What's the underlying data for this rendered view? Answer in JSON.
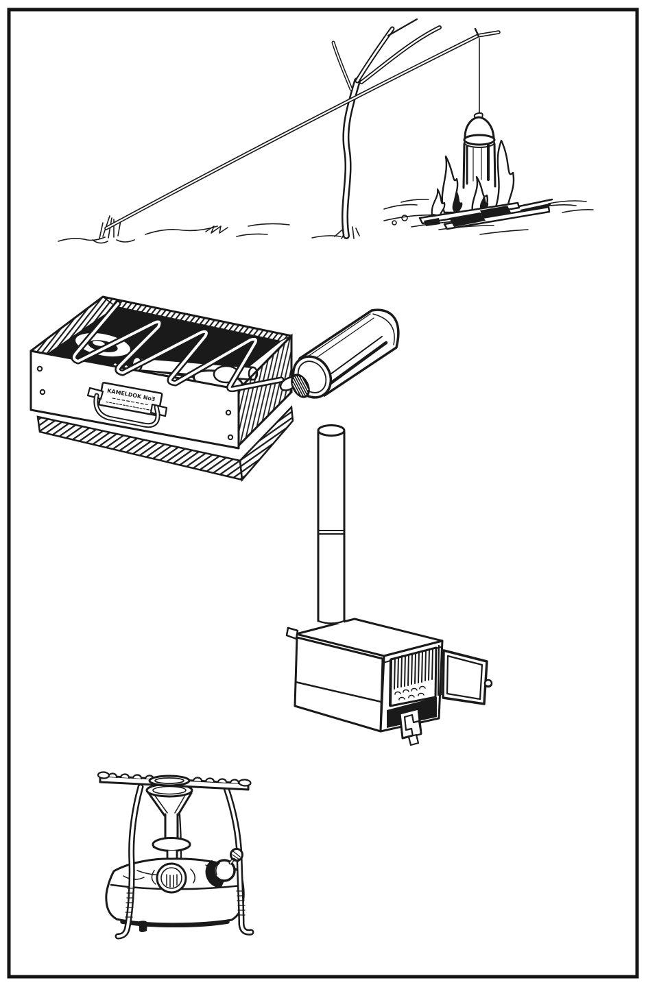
{
  "page": {
    "background_color": "#ffffff",
    "ink_color": "#1a1a1a",
    "border_color": "#141414"
  },
  "illustrations": [
    {
      "id": "campfire-dingle-stick",
      "depicts": "billy can hanging by a cord from a slanted stick propped in a forked sapling over an open campfire"
    },
    {
      "id": "portable-gas-stove",
      "depicts": "box-shaped camp cooker with serpentine grate rod, carry handle and attached gas cylinder with control knob",
      "label_text": "KAMELDOK No3"
    },
    {
      "id": "wood-burning-stove",
      "depicts": "sheet-metal camp stove with tall chimney pipe, open fire door with grate bars and ash drawer"
    },
    {
      "id": "primus-pressure-stove",
      "depicts": "kerosene pressure stove with pot-stand ring, burner column, fuel tank and pump knob"
    }
  ]
}
